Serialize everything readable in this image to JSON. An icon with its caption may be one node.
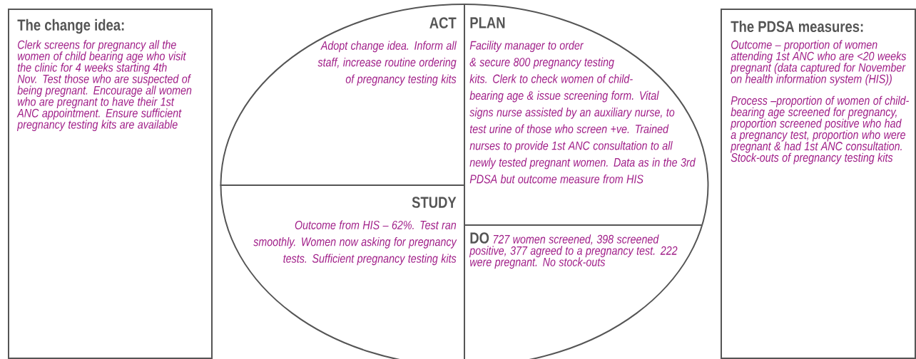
{
  "diagram": {
    "nodes": [
      {
        "text": [
          "The change idea:",
          "Clerk screens for pregnancy all the women of child bearing age who visit the clinic for 4 weeks starting 4th Nov. Test those who are suspected of being pregnant. Encourage all women who are pregnant to have their 1st ANC appointment. Ensure sufficient pregnancy testing kits are available"
        ]
      },
      {
        "text": [],
        "shape": "ellipse"
      },
      {
        "text": [
          "ACT",
          "Adopt change idea. Inform all staff, increase routine ordering of pregnancy testing kits"
        ],
        "in": 1
      },
      {
        "text": [
          "PLAN",
          "Facility manager to order & secure 800 pregnancy testing kits. Clerk to check women of child-bearing age & issue screening form. Vital signs nurse assisted by an auxiliary nurse, to test urine of those who screen +ve. Trained nurses to provide 1st ANC consultation to all newly tested pregnant women. Data as in the 3rd PDSA but outcome measure from HIS"
        ],
        "in": 1
      },
      {
        "text": [
          "STUDY",
          "Outcome from HIS – 62%. Test ran smoothly. Women now asking for pregnancy tests. Sufficient pregnancy testing kits"
        ],
        "in": 1
      },
      {
        "text": [
          "DO",
          "727 women screened, 398 screened positive, 377 agreed to a pregnancy test. 222 were pregnant. No stock-outs"
        ],
        "in": 1
      },
      {
        "text": [
          "The PDSA measures:",
          "Outcome – proportion of women attending 1st ANC who are <20 weeks pregnant (data captured for November on health information system (HIS))",
          "Process –proportion of women of child-bearing age screened for pregnancy, proportion screened positive who had a pregnancy test, proportion who were pregnant & had 1st ANC consultation. Stock-outs of pregnancy testing kits"
        ]
      }
    ]
  }
}
